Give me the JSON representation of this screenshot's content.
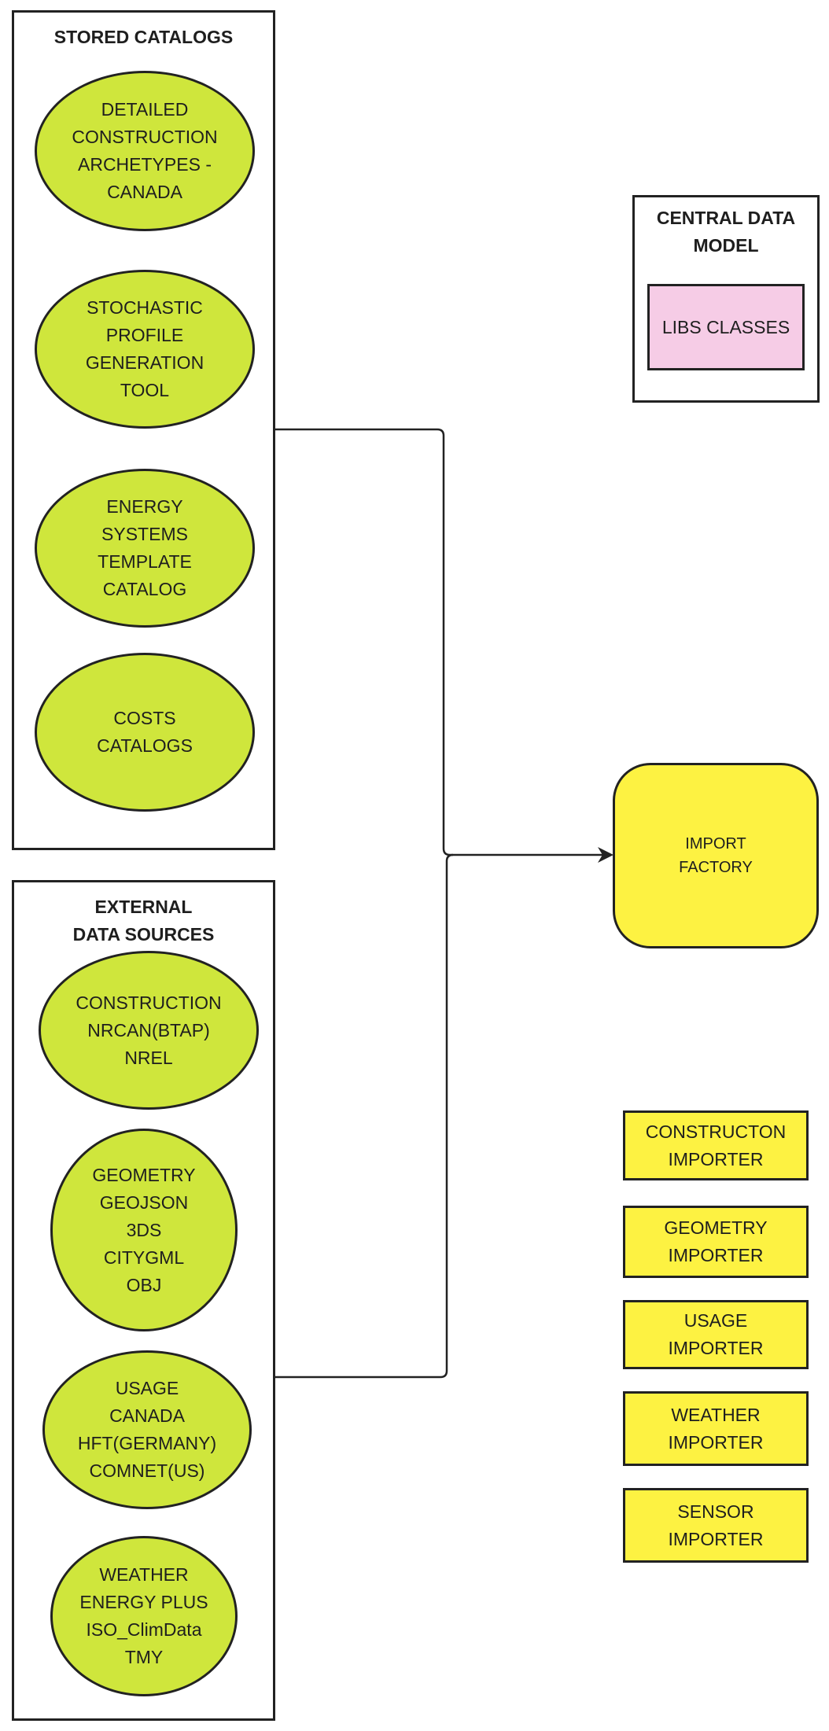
{
  "stored_catalogs": {
    "title": "STORED CATALOGS",
    "items": [
      "DETAILED\nCONSTRUCTION\nARCHETYPES -\nCANADA",
      "STOCHASTIC\nPROFILE\nGENERATION\nTOOL",
      "ENERGY\nSYSTEMS\nTEMPLATE\nCATALOG",
      "COSTS\nCATALOGS"
    ]
  },
  "external_sources": {
    "title": "EXTERNAL\nDATA SOURCES",
    "items": [
      "CONSTRUCTION\nNRCAN(BTAP)\nNREL",
      "GEOMETRY\nGEOJSON\n3DS\nCITYGML\nOBJ",
      "USAGE\nCANADA\nHFT(GERMANY)\nCOMNET(US)",
      "WEATHER\nENERGY PLUS\nISO_ClimData\nTMY"
    ]
  },
  "central_data_model": {
    "title": "CENTRAL DATA\nMODEL",
    "libs_label": "LIBS CLASSES"
  },
  "import_factory": {
    "label": "IMPORT\nFACTORY"
  },
  "importers": [
    "CONSTRUCTON\nIMPORTER",
    "GEOMETRY\nIMPORTER",
    "USAGE\nIMPORTER",
    "WEATHER\nIMPORTER",
    "SENSOR\nIMPORTER"
  ],
  "colors": {
    "ellipse_fill": "#cfe63c",
    "factory_fill": "#fdf242",
    "libs_fill": "#f6cce6",
    "stroke": "#222222"
  }
}
